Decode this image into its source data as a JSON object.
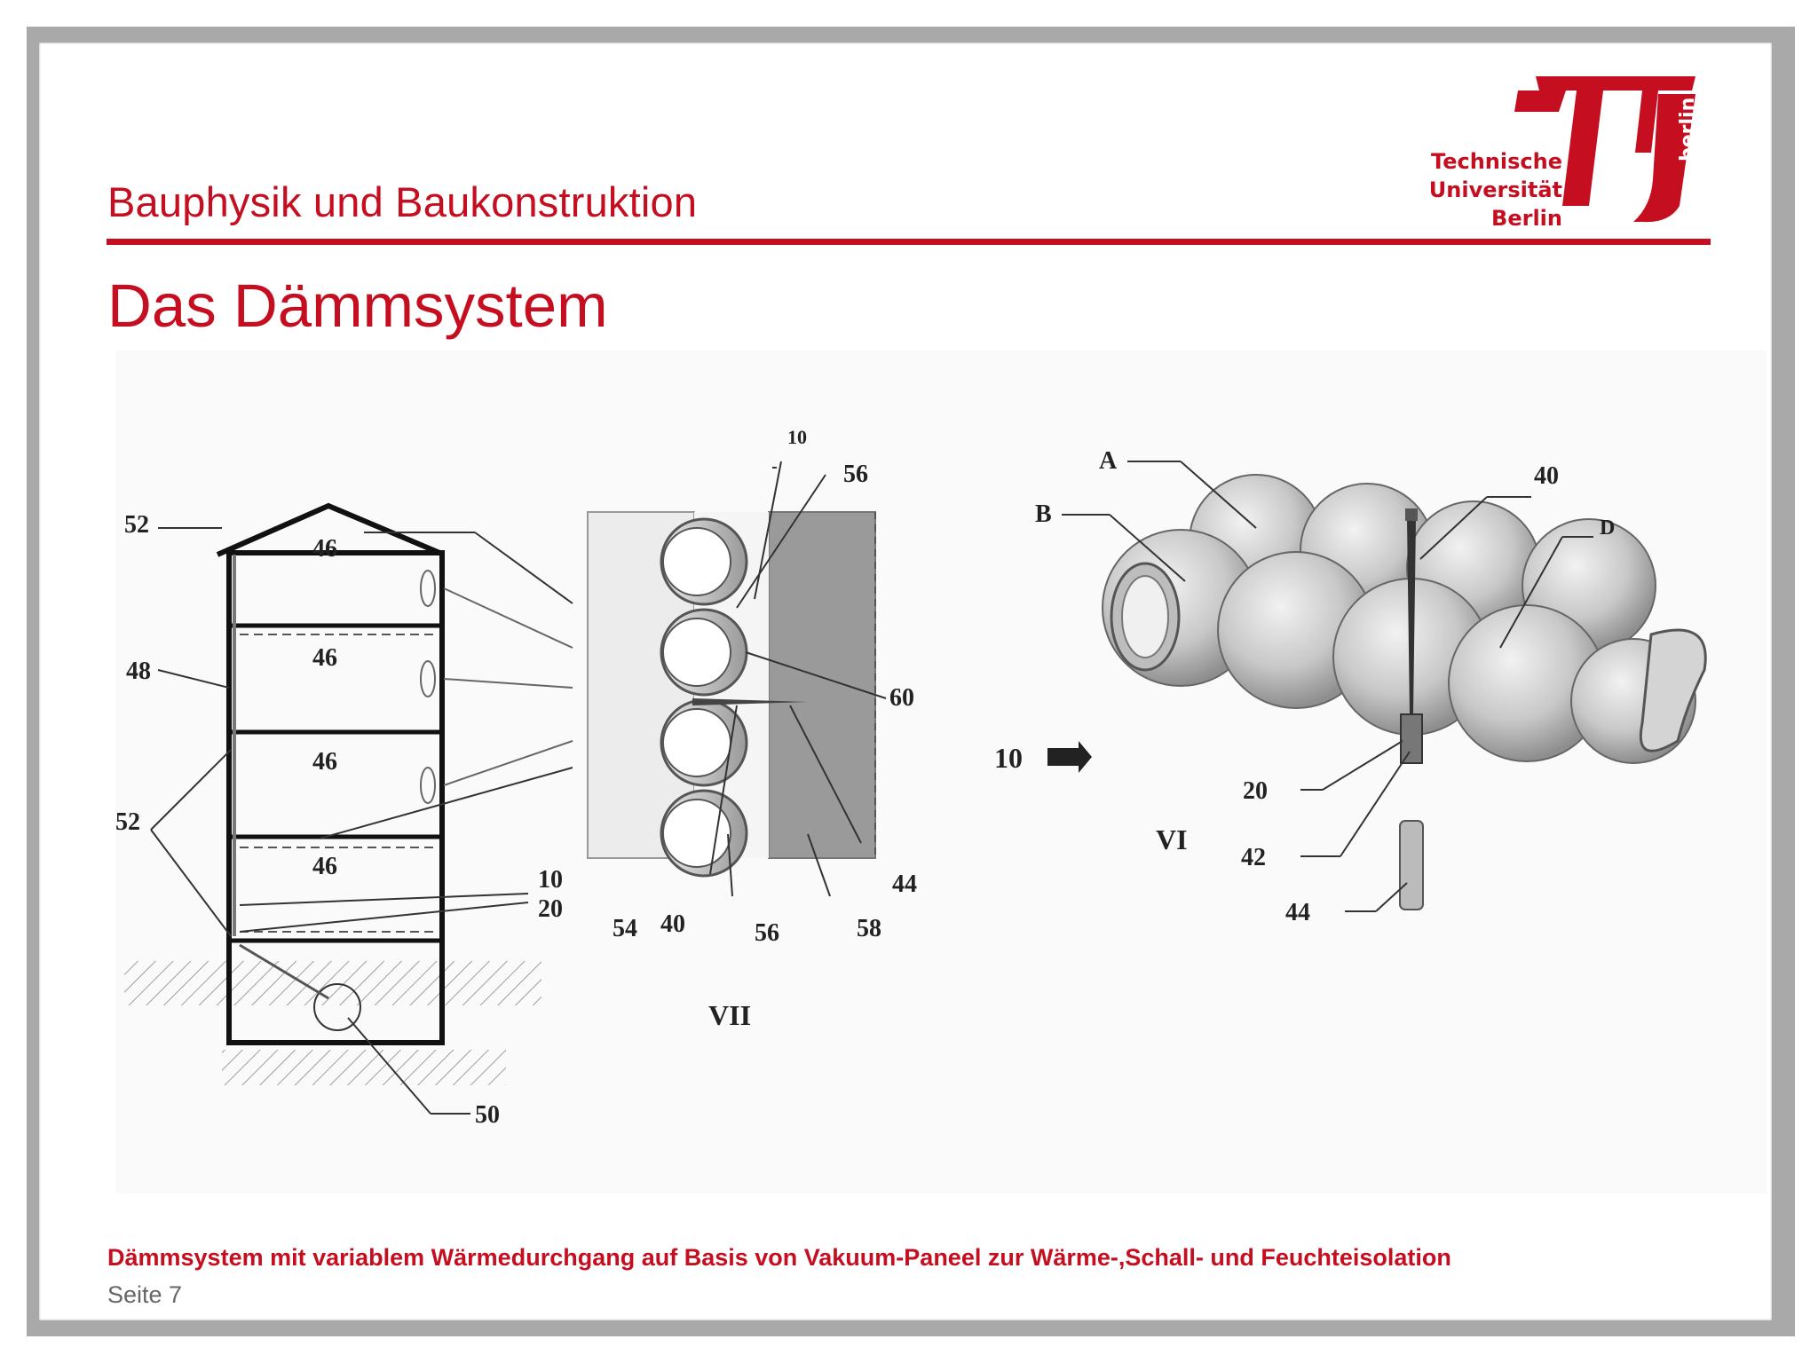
{
  "header": {
    "title": "Bauphysik und Baukonstruktion"
  },
  "logo": {
    "line1": "Technische",
    "line2": "Universität",
    "line3": "Berlin",
    "side_text": "berlin",
    "color": "#c50e1f"
  },
  "slide": {
    "title": "Das Dämmsystem",
    "caption": "Dämmsystem mit variablem Wärmedurchgang auf Basis von Vakuum-Paneel zur Wärme-,Schall- und Feuchteisolation",
    "page": "Seite 7"
  },
  "figure": {
    "house_labels": {
      "l52_top": "52",
      "l46_roof": "46",
      "l46_2": "46",
      "l46_3": "46",
      "l46_4": "46",
      "l48": "48",
      "l52_left": "52",
      "l10": "10",
      "l20": "20",
      "l50": "50"
    },
    "section_labels": {
      "l10": "10",
      "l56_top": "56",
      "l60": "60",
      "l44": "44",
      "l54": "54",
      "l40": "40",
      "l56_bottom": "56",
      "l58": "58",
      "caption": "VII"
    },
    "panel_labels": {
      "lA": "A",
      "lB": "B",
      "l40": "40",
      "lD": "D",
      "l10": "10",
      "l20": "20",
      "l42": "42",
      "l44": "44",
      "caption": "VI"
    }
  }
}
